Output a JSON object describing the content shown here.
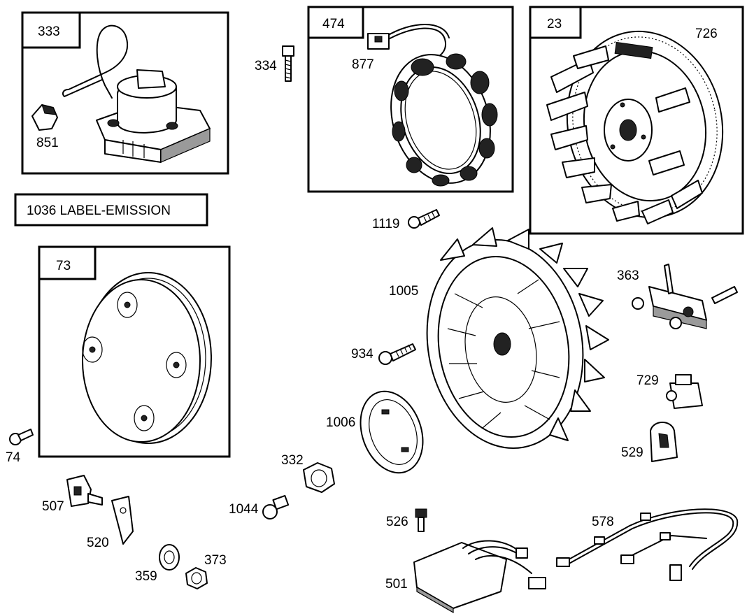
{
  "kits": {
    "ignition_coil": "333",
    "alternator": "474",
    "flywheel": "23",
    "cover": "73"
  },
  "label_box": "1036 LABEL-EMISSION",
  "callouts": {
    "c851": "851",
    "c334": "334",
    "c877": "877",
    "c726": "726",
    "c1119": "1119",
    "c1005": "1005",
    "c363": "363",
    "c934": "934",
    "c729": "729",
    "c1006": "1006",
    "c529": "529",
    "c74": "74",
    "c332": "332",
    "c507": "507",
    "c1044": "1044",
    "c520": "520",
    "c526": "526",
    "c578": "578",
    "c373": "373",
    "c359": "359",
    "c501": "501"
  }
}
